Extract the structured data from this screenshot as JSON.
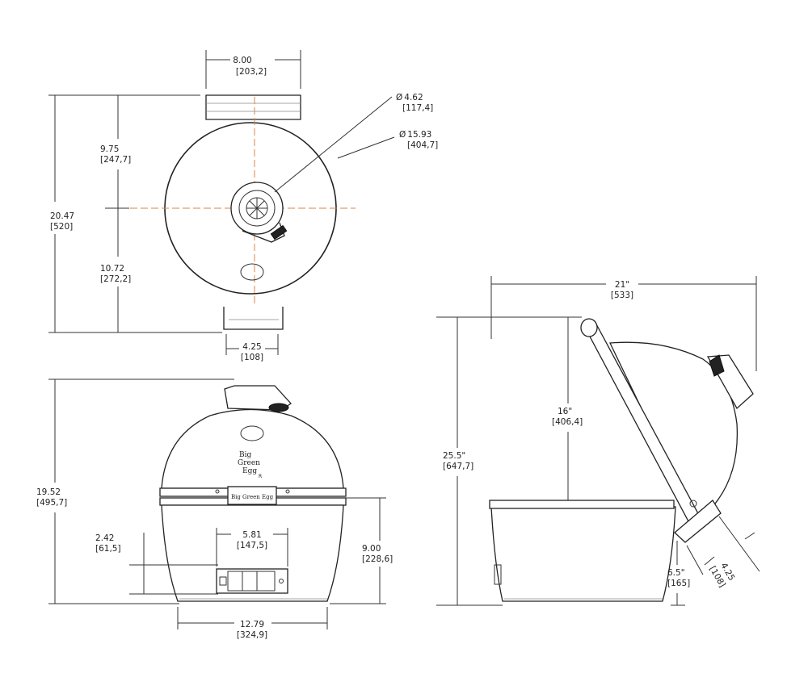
{
  "diagram": {
    "top_view": {
      "width_in": "8.00",
      "width_mm": "[203,2]",
      "upper_in": "9.75",
      "upper_mm": "[247,7]",
      "total_in": "20.47",
      "total_mm": "[520]",
      "lower_in": "10.72",
      "lower_mm": "[272,2]",
      "foot_in": "4.25",
      "foot_mm": "[108]",
      "vent_dia_in": "4.62",
      "vent_dia_mm": "[117,4]",
      "dome_dia_in": "15.93",
      "dome_dia_mm": "[404,7]",
      "dia_symbol": "Ø"
    },
    "front_view": {
      "height_in": "19.52",
      "height_mm": "[495,7]",
      "door_h_in": "2.42",
      "door_h_mm": "[61,5]",
      "door_w_in": "5.81",
      "door_w_mm": "[147,5]",
      "base_h_in": "9.00",
      "base_h_mm": "[228,6]",
      "base_w_in": "12.79",
      "base_w_mm": "[324,9]",
      "logo_line1": "Big",
      "logo_line2": "Green",
      "logo_line3": "Egg",
      "logo_mark": "R",
      "band_label": "Big Green Egg"
    },
    "side_view": {
      "width_in": "21\"",
      "width_mm": "[533]",
      "height_in": "25.5\"",
      "height_mm": "[647,7]",
      "lid_in": "16\"",
      "lid_mm": "[406,4]",
      "hinge_in": "6.5\"",
      "hinge_mm": "[165]",
      "hinge_w_in": "4.25",
      "hinge_w_mm": "[108]"
    }
  }
}
